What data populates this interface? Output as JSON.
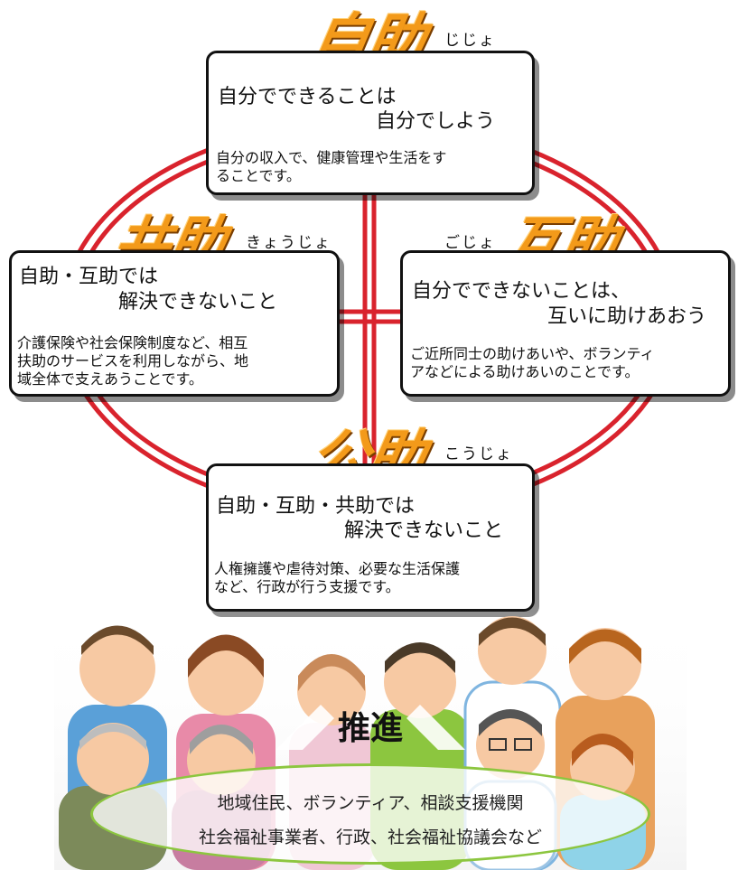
{
  "blocks": {
    "jijo": {
      "heading": "自助",
      "reading": "じじょ",
      "lead_1": "自分でできることは",
      "lead_2": "自分でしよう",
      "desc_1": "自分の収入で、健康管理や生活をす",
      "desc_2": "ることです。"
    },
    "kyojo": {
      "heading": "共助",
      "reading": "きょうじょ",
      "lead_1": "自助・互助では",
      "lead_2": "解決できないこと",
      "desc_1": "介護保険や社会保険制度など、相互",
      "desc_2": "扶助のサービスを利用しながら、地",
      "desc_3": "域全体で支えあうことです。"
    },
    "gojo": {
      "heading": "互助",
      "reading": "ごじょ",
      "lead_1": "自分でできないことは、",
      "lead_2": "互いに助けあおう",
      "desc_1": "ご近所同士の助けあいや、ボランティ",
      "desc_2": "アなどによる助けあいのことです。"
    },
    "kojo": {
      "heading": "公助",
      "reading": "こうじょ",
      "lead_1": "自助・互助・共助では",
      "lead_2": "解決できないこと",
      "desc_1": "人権擁護や虐待対策、必要な生活保護",
      "desc_2": "など、行政が行う支援です。"
    }
  },
  "promotion": {
    "title": "推進",
    "line_1": "地域住民、ボランティア、相談支援機関",
    "line_2": "社会福祉事業者、行政、社会福祉協議会など"
  },
  "colors": {
    "ring_red": "#d9232d",
    "heading_orange": "#f39a1a",
    "oval_green": "#8cc63f"
  }
}
